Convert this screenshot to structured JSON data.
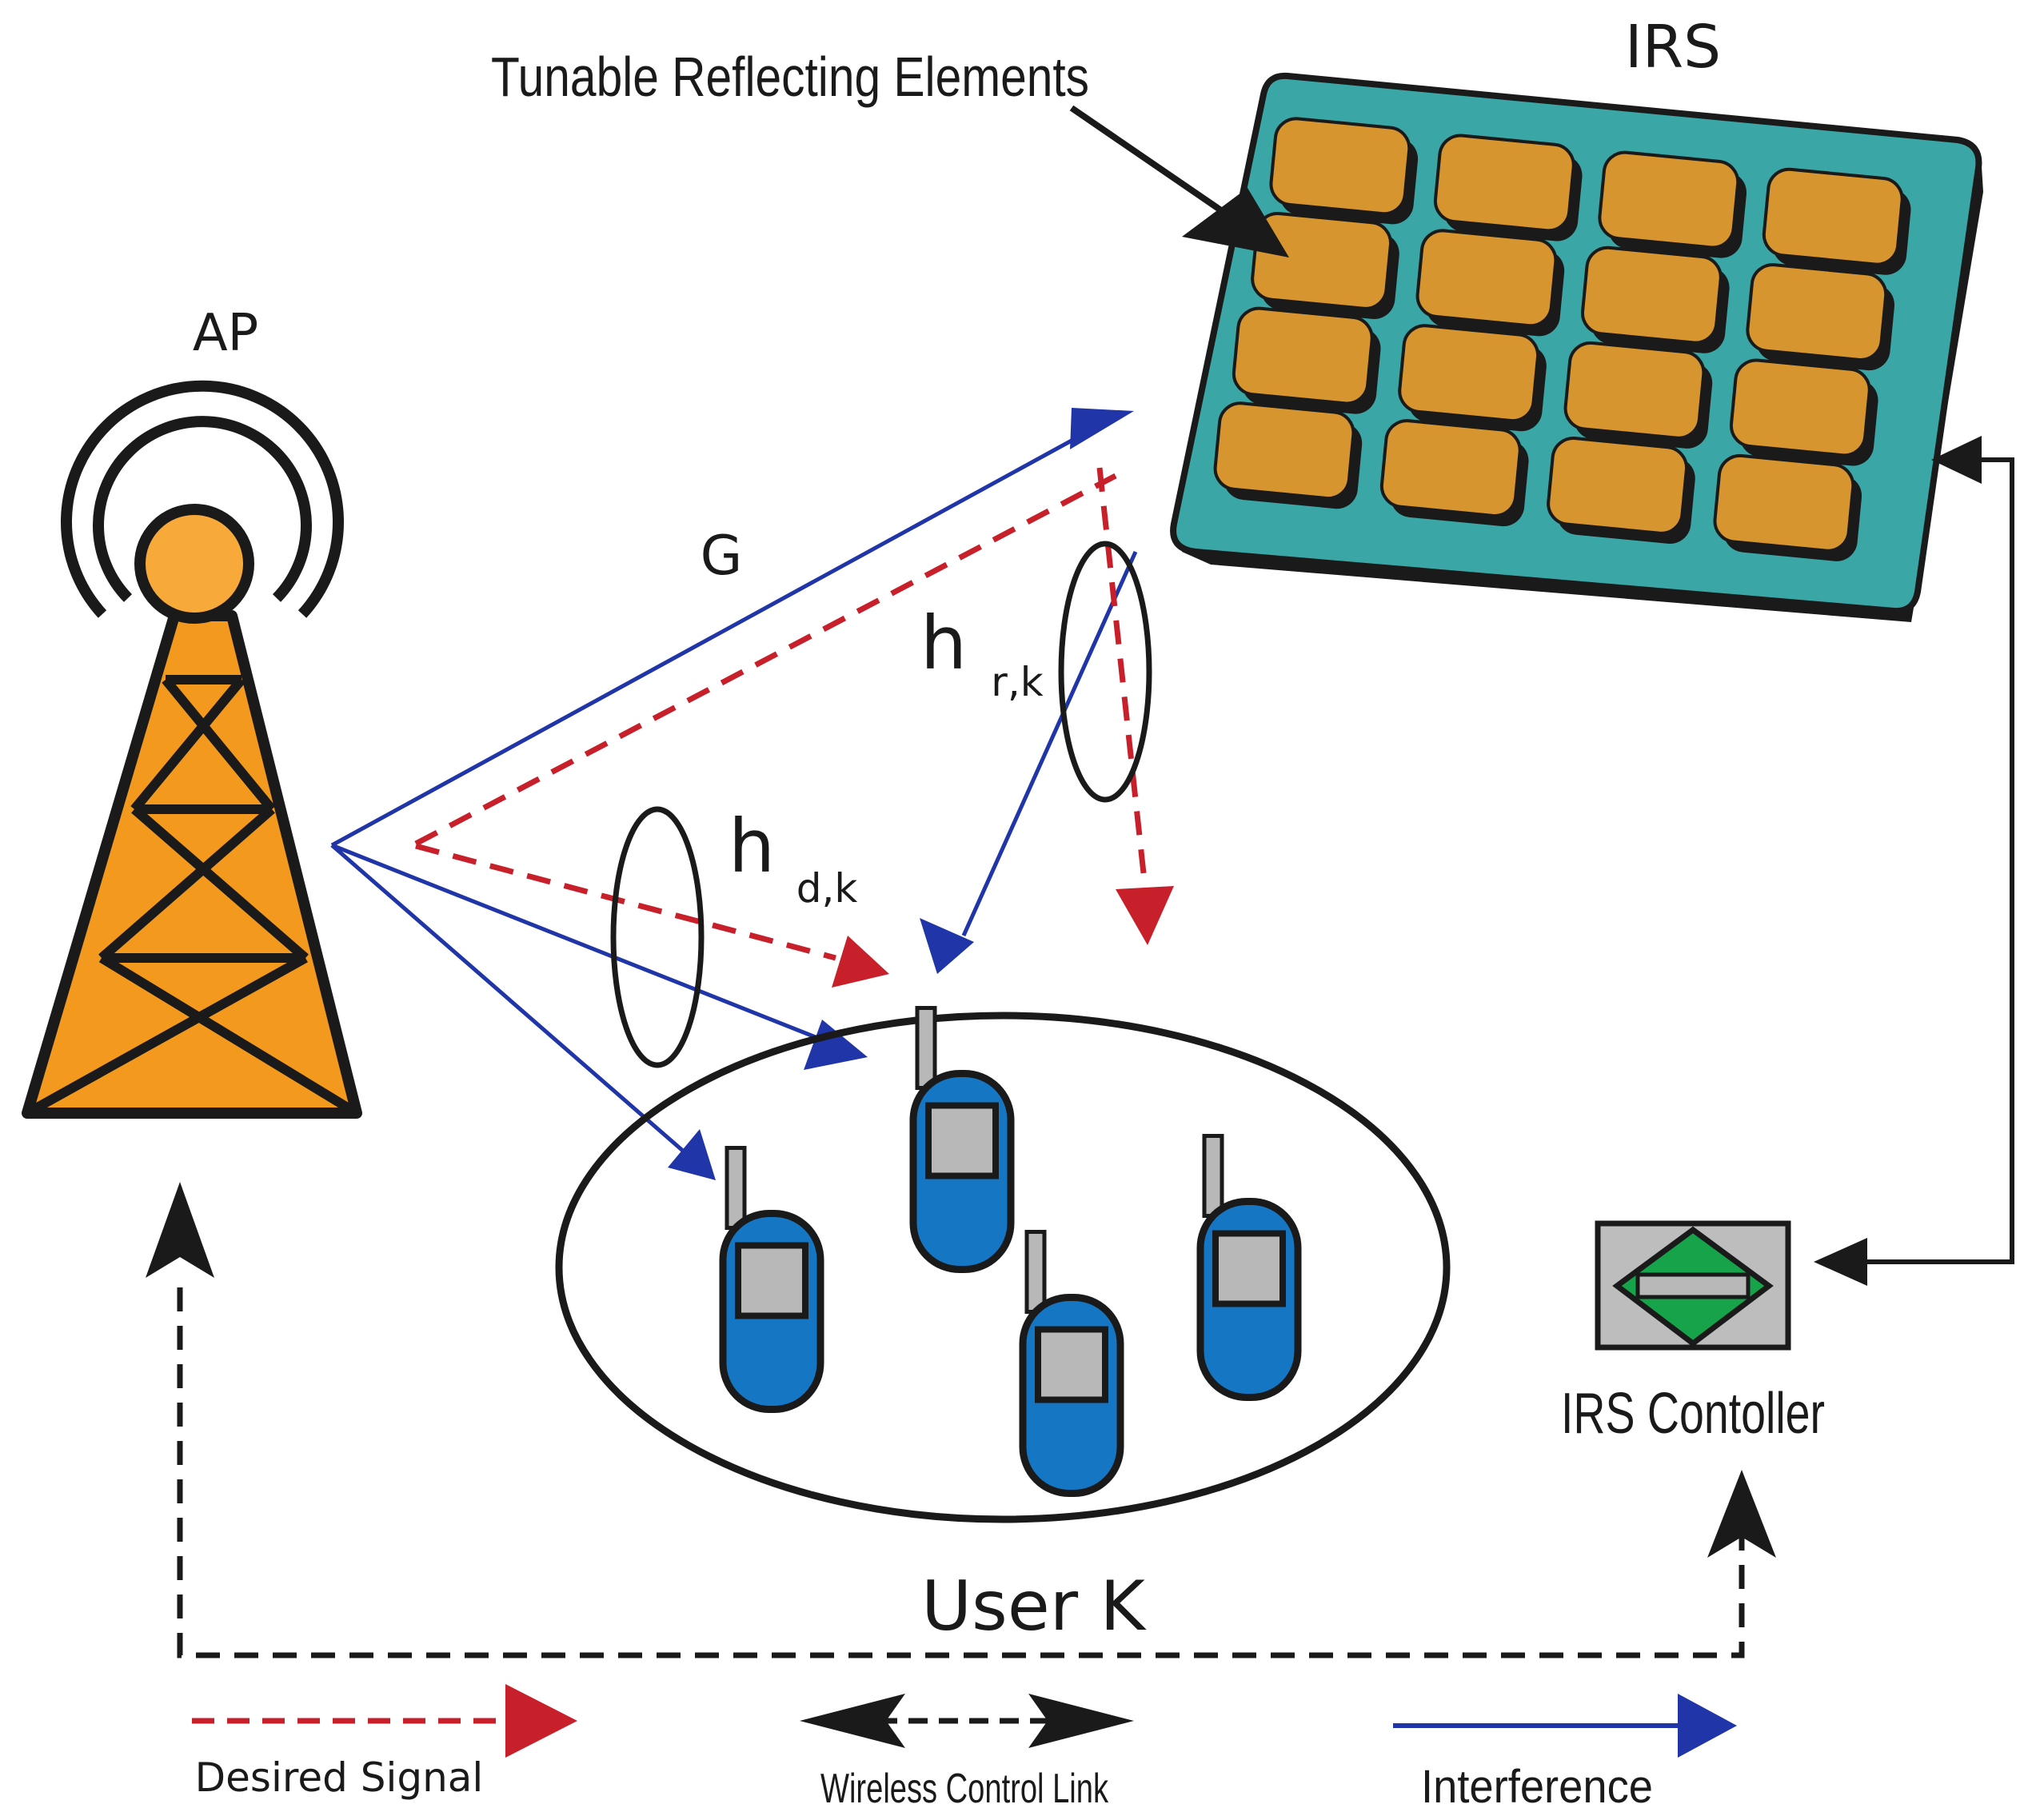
{
  "labels": {
    "ap": "AP",
    "irs": "IRS",
    "tunable_elements": "Tunable Reflecting  Elements",
    "channel_g": "G",
    "channel_hr_main": "h",
    "channel_hr_sub": "r,k",
    "channel_hd_main": "h",
    "channel_hd_sub": "d,k",
    "user_group": "User K",
    "irs_controller": "IRS Contoller"
  },
  "legend": {
    "desired_signal": "Desired Signal",
    "wireless_control_link": "Wireless Control Link",
    "interference": "Interference"
  },
  "colors": {
    "desired_signal": "#c8202a",
    "interference": "#1f35a8",
    "control_link": "#1a1a1a",
    "tower_orange": "#f39a1e",
    "irs_panel": "#3aa6a6",
    "irs_element": "#d6952f",
    "phone_blue": "#1577c4",
    "screen_gray": "#b8b8b8",
    "controller_green": "#17a34a"
  },
  "icons": {
    "tower": "antenna-tower-icon",
    "irs_panel": "irs-panel-icon",
    "phone": "mobile-phone-icon",
    "controller": "irs-controller-icon"
  }
}
